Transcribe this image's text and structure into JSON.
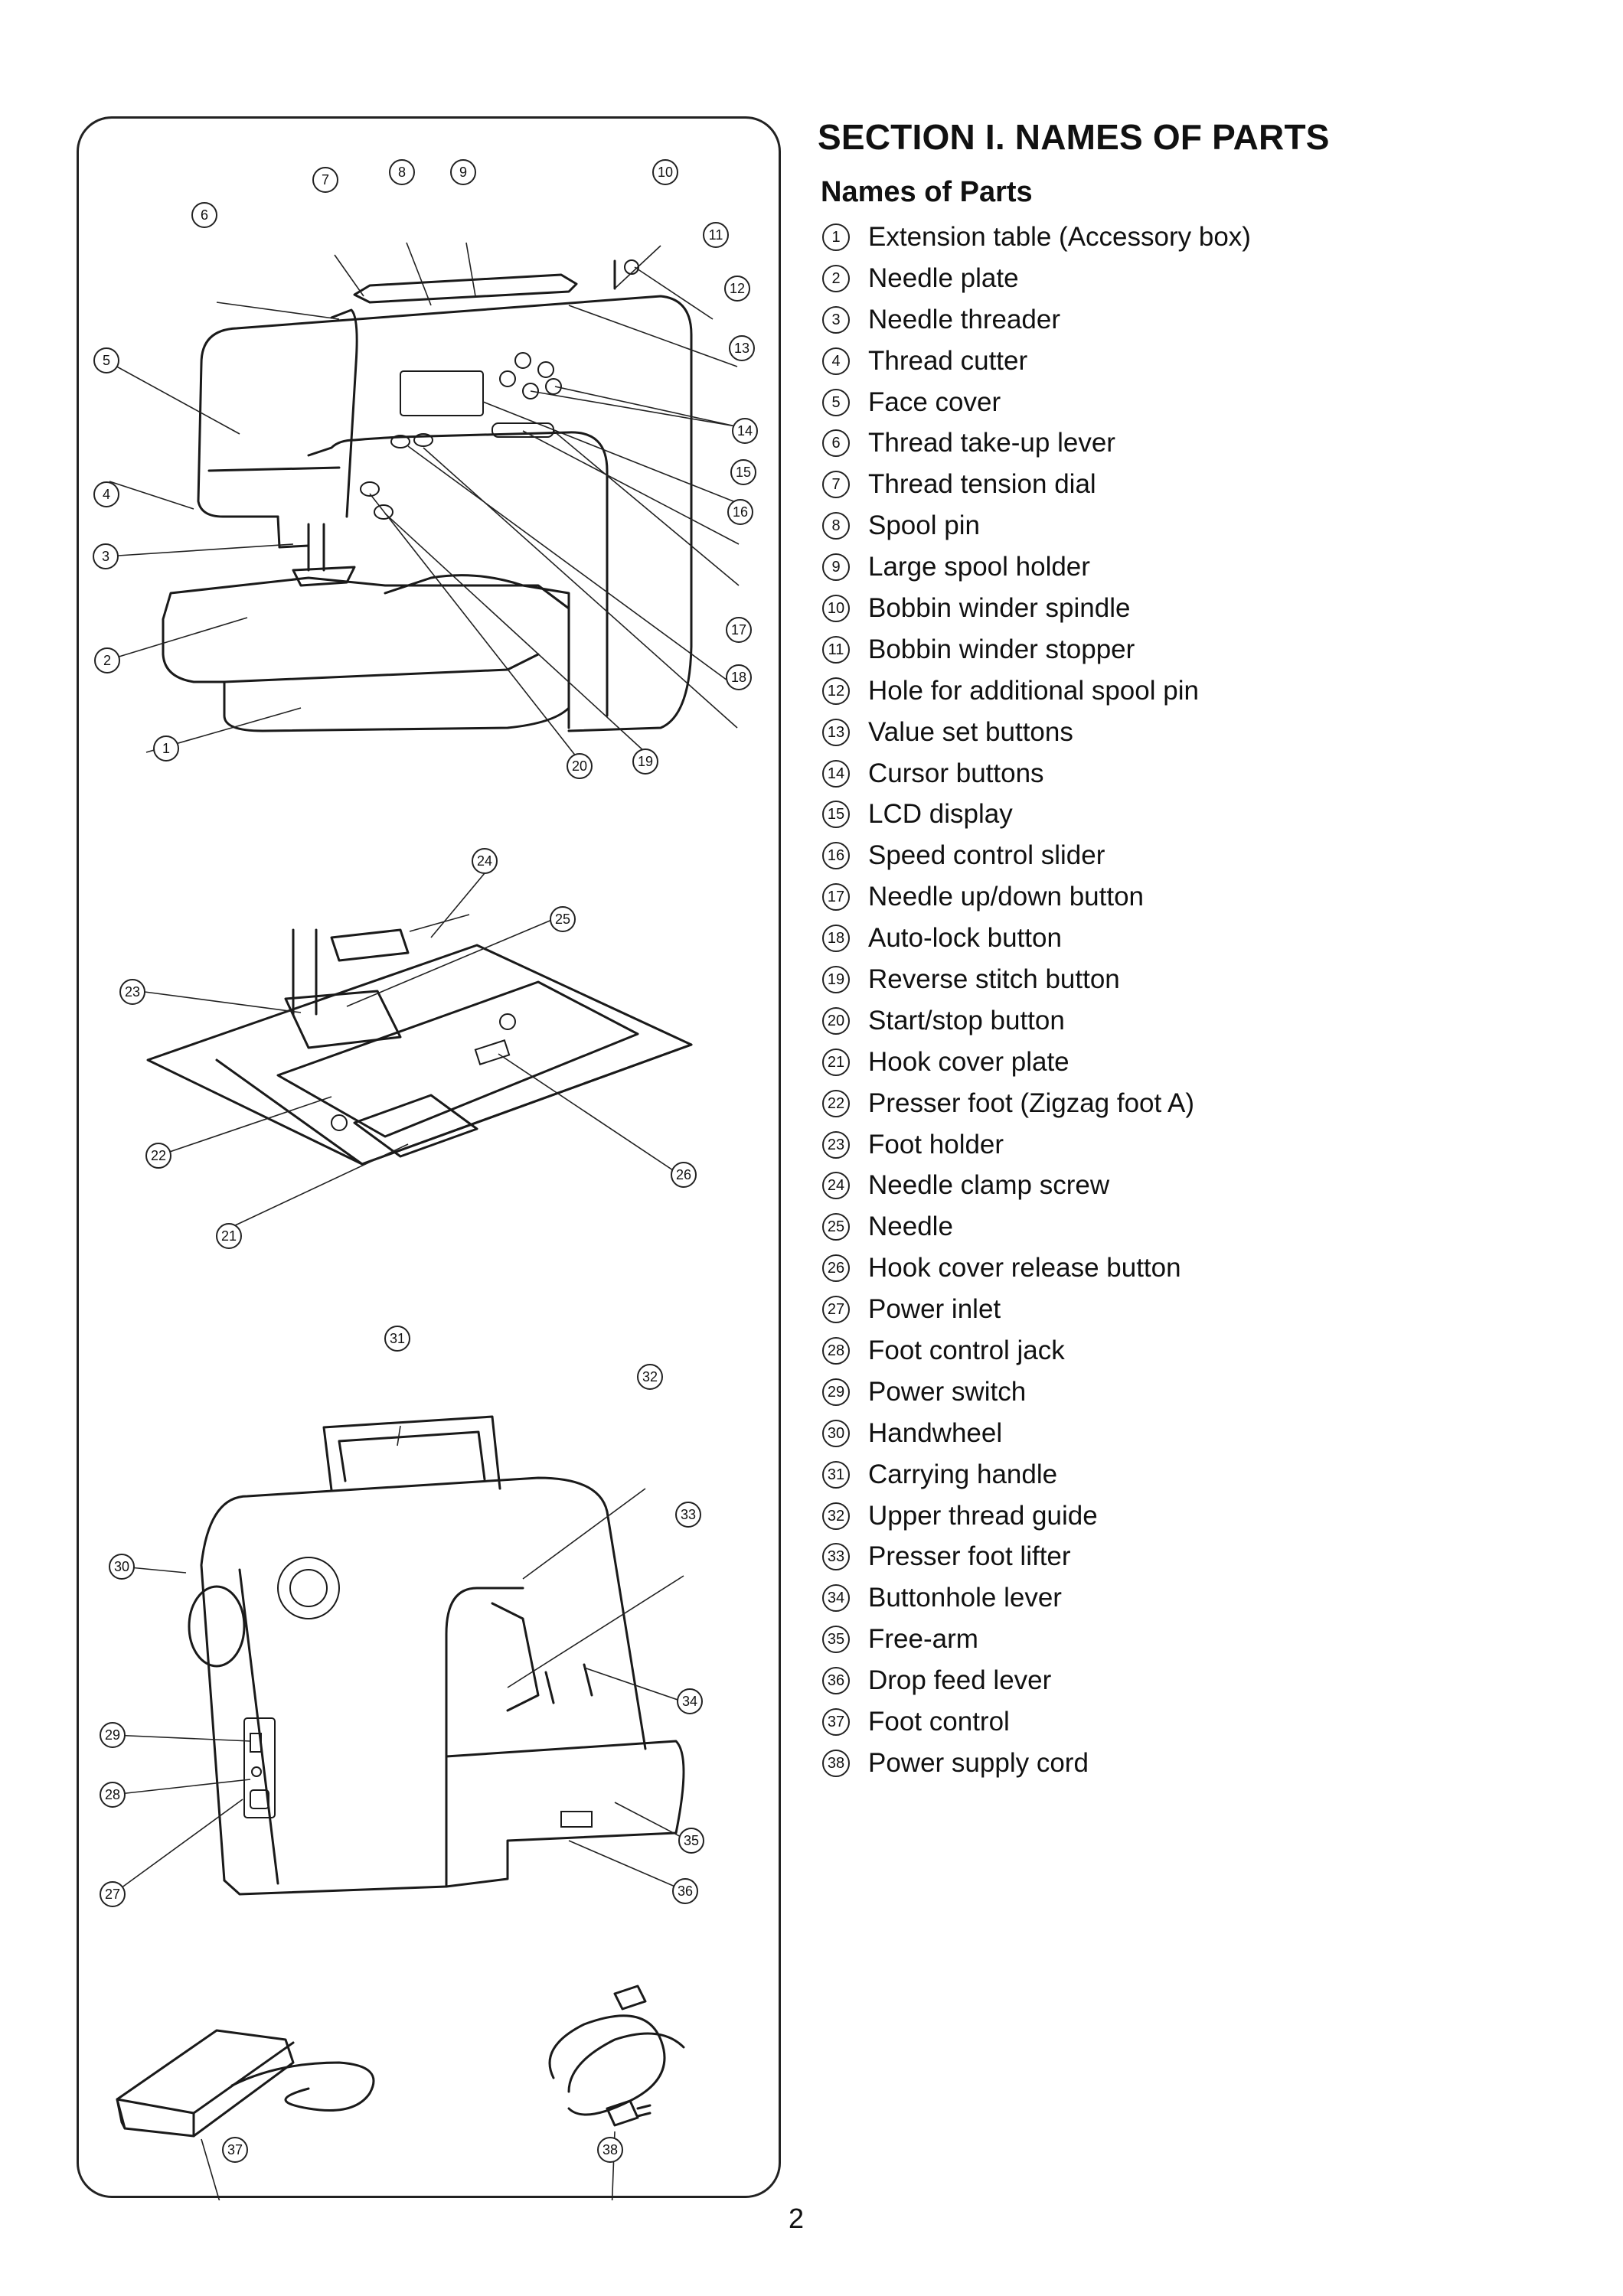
{
  "title": "SECTION I. NAMES OF PARTS",
  "subheading": "Names of Parts",
  "parts": [
    {
      "num": "1",
      "label": "Extension table (Accessory box)"
    },
    {
      "num": "2",
      "label": "Needle plate"
    },
    {
      "num": "3",
      "label": "Needle threader"
    },
    {
      "num": "4",
      "label": "Thread cutter"
    },
    {
      "num": "5",
      "label": "Face cover"
    },
    {
      "num": "6",
      "label": "Thread take-up lever"
    },
    {
      "num": "7",
      "label": "Thread tension dial"
    },
    {
      "num": "8",
      "label": "Spool pin"
    },
    {
      "num": "9",
      "label": "Large spool holder"
    },
    {
      "num": "10",
      "label": "Bobbin winder spindle"
    },
    {
      "num": "11",
      "label": "Bobbin winder stopper"
    },
    {
      "num": "12",
      "label": "Hole for additional spool pin"
    },
    {
      "num": "13",
      "label": "Value set buttons"
    },
    {
      "num": "14",
      "label": "Cursor buttons"
    },
    {
      "num": "15",
      "label": "LCD display"
    },
    {
      "num": "16",
      "label": "Speed control slider"
    },
    {
      "num": "17",
      "label": "Needle up/down button"
    },
    {
      "num": "18",
      "label": "Auto-lock button"
    },
    {
      "num": "19",
      "label": "Reverse stitch button"
    },
    {
      "num": "20",
      "label": "Start/stop button"
    },
    {
      "num": "21",
      "label": "Hook cover plate"
    },
    {
      "num": "22",
      "label": "Presser foot (Zigzag foot A)"
    },
    {
      "num": "23",
      "label": "Foot holder"
    },
    {
      "num": "24",
      "label": "Needle clamp screw"
    },
    {
      "num": "25",
      "label": "Needle"
    },
    {
      "num": "26",
      "label": "Hook cover release button"
    },
    {
      "num": "27",
      "label": "Power inlet"
    },
    {
      "num": "28",
      "label": "Foot control jack"
    },
    {
      "num": "29",
      "label": "Power switch"
    },
    {
      "num": "30",
      "label": "Handwheel"
    },
    {
      "num": "31",
      "label": "Carrying handle"
    },
    {
      "num": "32",
      "label": "Upper thread guide"
    },
    {
      "num": "33",
      "label": "Presser foot lifter"
    },
    {
      "num": "34",
      "label": "Buttonhole lever"
    },
    {
      "num": "35",
      "label": "Free-arm"
    },
    {
      "num": "36",
      "label": "Drop feed lever"
    },
    {
      "num": "37",
      "label": "Foot control"
    },
    {
      "num": "38",
      "label": "Power supply cord"
    }
  ],
  "page_number": "2"
}
